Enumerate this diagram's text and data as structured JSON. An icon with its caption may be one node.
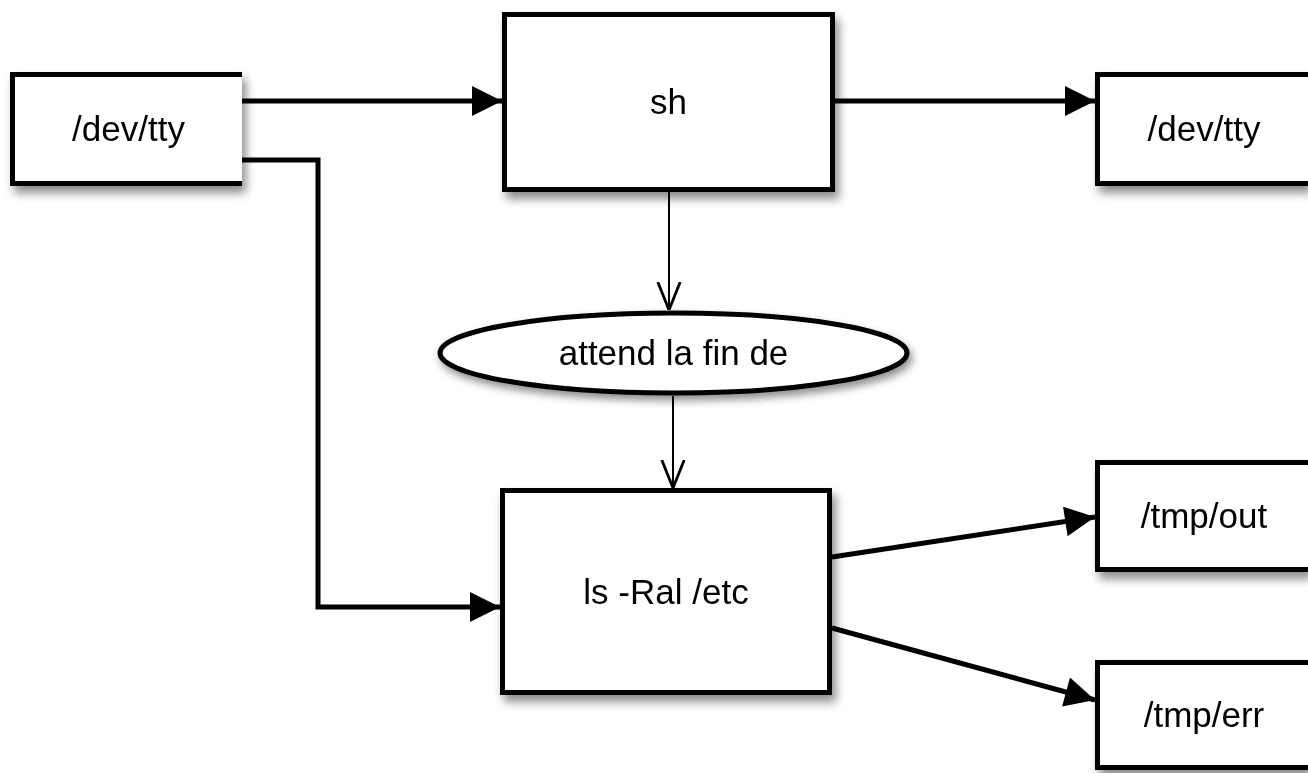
{
  "diagram": {
    "nodes": [
      {
        "text": [
          "/dev/tty"
        ]
      },
      {
        "text": [
          "sh"
        ]
      },
      {
        "text": [
          "/dev/tty"
        ]
      },
      {
        "text": [
          "attend la fin de"
        ]
      },
      {
        "text": [
          "ls -Ral /etc"
        ]
      },
      {
        "text": [
          "/tmp/out"
        ]
      },
      {
        "text": [
          "/tmp/err"
        ]
      }
    ],
    "edges": [
      {
        "from": 0,
        "to": 1,
        "arrow": "to"
      },
      {
        "from": 0,
        "to": 4,
        "arrow": "to"
      },
      {
        "from": 1,
        "to": 2,
        "arrow": "to"
      },
      {
        "from": 1,
        "to": 3,
        "arrow": "to"
      },
      {
        "from": 3,
        "to": 4,
        "arrow": "to"
      },
      {
        "from": 4,
        "to": 5,
        "arrow": "to"
      },
      {
        "from": 4,
        "to": 6,
        "arrow": "to"
      }
    ]
  }
}
